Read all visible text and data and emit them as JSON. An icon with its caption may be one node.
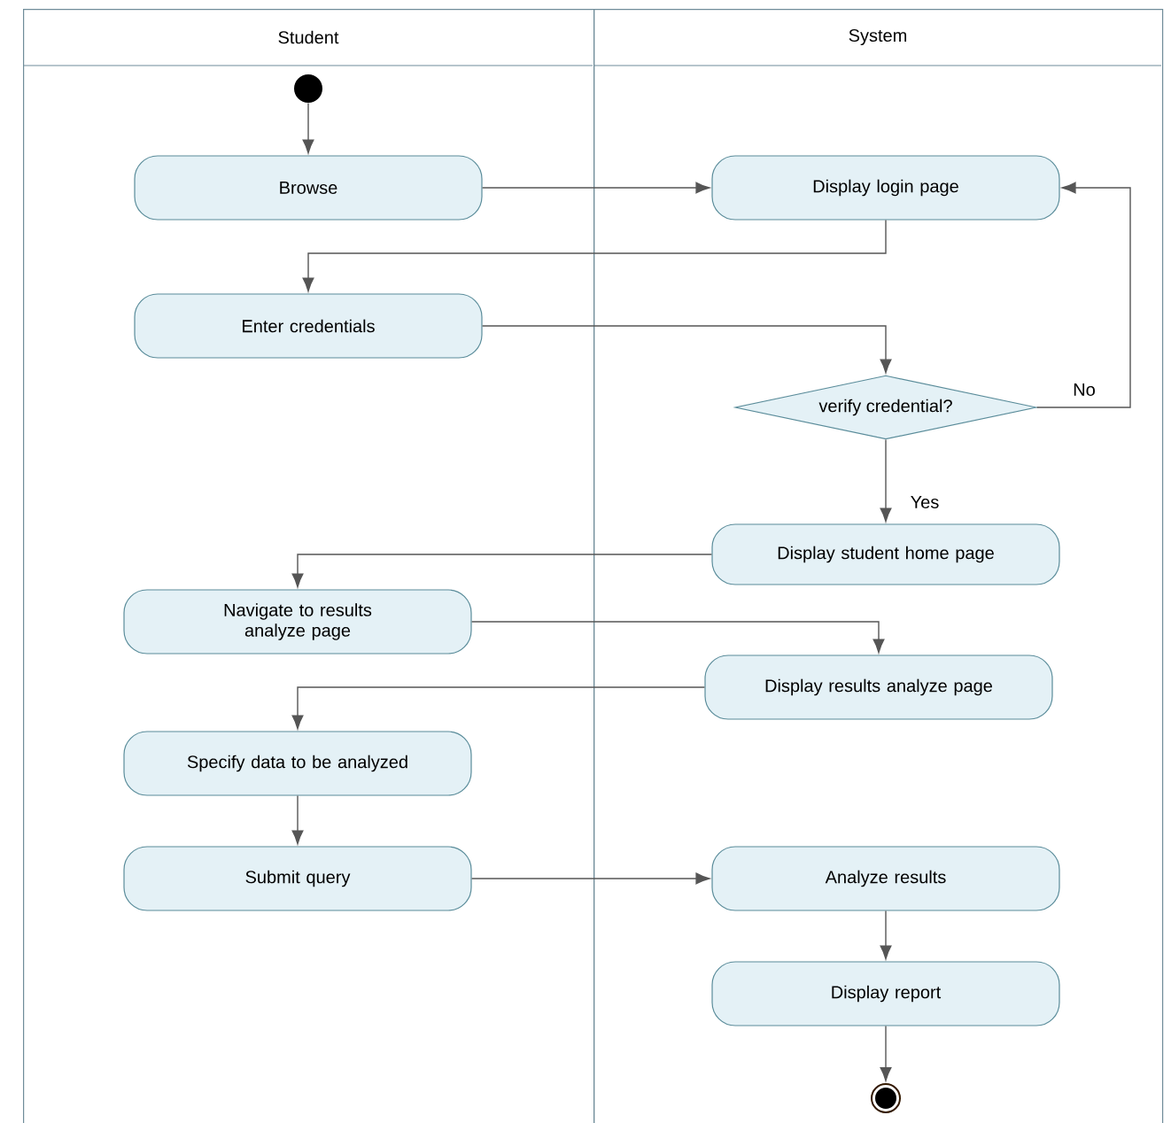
{
  "diagram": {
    "nodes": [
      {
        "text": [
          "Student"
        ]
      },
      {
        "text": [
          "System"
        ]
      },
      {
        "text": [],
        "shape": "circle",
        "in": 0
      },
      {
        "text": [
          "Browse"
        ],
        "in": 0
      },
      {
        "text": [
          "Display login page"
        ],
        "in": 1
      },
      {
        "text": [
          "Enter credentials"
        ],
        "in": 0
      },
      {
        "text": [
          "verify credential?"
        ],
        "in": 1
      },
      {
        "text": [
          "Display student home page"
        ],
        "in": 1
      },
      {
        "text": [
          "Navigate to results analyze page"
        ],
        "in": 0
      },
      {
        "text": [
          "Display results analyze page"
        ],
        "in": 1
      },
      {
        "text": [
          "Specify data to be analyzed"
        ],
        "in": 0
      },
      {
        "text": [
          "Submit query"
        ],
        "in": 0
      },
      {
        "text": [
          "Analyze results"
        ],
        "in": 1
      },
      {
        "text": [
          "Display report"
        ],
        "in": 1
      },
      {
        "text": [],
        "shape": "circle",
        "in": 1
      }
    ],
    "edges": [
      {
        "from": 2,
        "to": 3,
        "arrow": "to"
      },
      {
        "from": 3,
        "to": 4,
        "arrow": "to"
      },
      {
        "from": 4,
        "to": 5,
        "arrow": "to"
      },
      {
        "from": 5,
        "to": 6,
        "arrow": "to"
      },
      {
        "from": 6,
        "to": 4,
        "arrow": "to",
        "label": "No"
      },
      {
        "from": 6,
        "to": 7,
        "arrow": "to",
        "label": "Yes"
      },
      {
        "from": 7,
        "to": 8,
        "arrow": "to"
      },
      {
        "from": 8,
        "to": 9,
        "arrow": "to"
      },
      {
        "from": 9,
        "to": 10,
        "arrow": "to"
      },
      {
        "from": 10,
        "to": 11,
        "arrow": "to"
      },
      {
        "from": 11,
        "to": 12,
        "arrow": "to"
      },
      {
        "from": 12,
        "to": 13,
        "arrow": "to"
      },
      {
        "from": 13,
        "to": 14,
        "arrow": "to"
      }
    ]
  }
}
